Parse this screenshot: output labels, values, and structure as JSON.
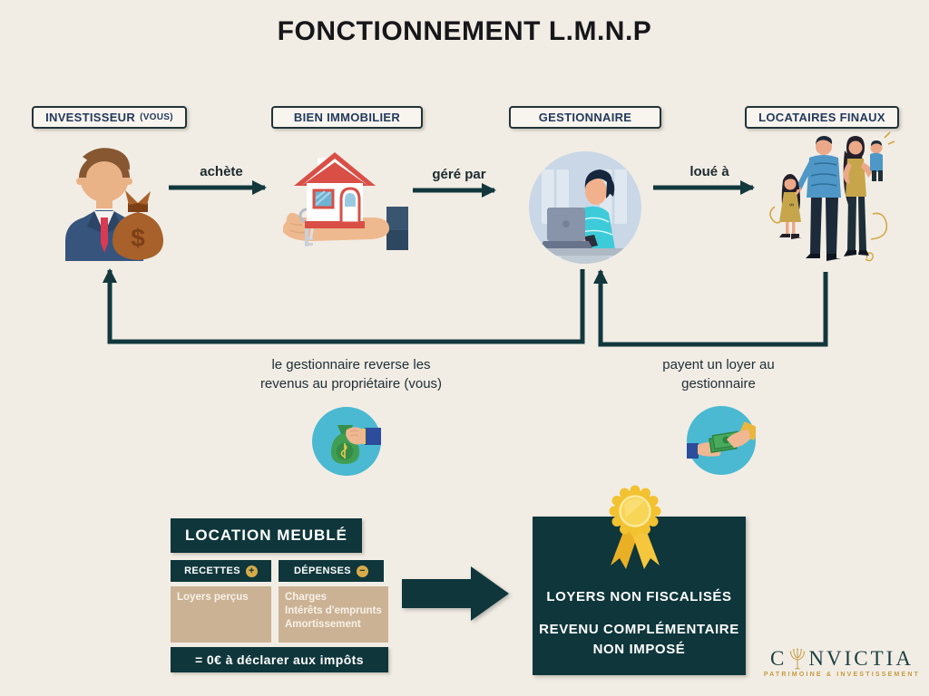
{
  "title": "FONCTIONNEMENT L.M.N.P",
  "entities": {
    "investor": {
      "label": "INVESTISSEUR",
      "sublabel": "(VOUS)"
    },
    "property": {
      "label": "BIEN IMMOBILIER"
    },
    "manager": {
      "label": "GESTIONNAIRE"
    },
    "tenants": {
      "label": "LOCATAIRES FINAUX"
    }
  },
  "arrows": {
    "buy": "achète",
    "managed_by": "géré par",
    "rented_to": "loué à"
  },
  "returns": {
    "left": {
      "line1": "le gestionnaire reverse les",
      "line2": "revenus au propriétaire (vous)"
    },
    "right": {
      "line1": "payent un loyer au",
      "line2": "gestionnaire"
    }
  },
  "table": {
    "title": "LOCATION MEUBLÉ",
    "recettes": {
      "header": "RECETTES",
      "sign": "+",
      "items": [
        "Loyers perçus"
      ]
    },
    "depenses": {
      "header": "DÉPENSES",
      "sign": "−",
      "items": [
        "Charges",
        "Intérêts d'emprunts",
        "Amortissement"
      ]
    },
    "footer": "= 0€ à déclarer aux impôts"
  },
  "result": {
    "line1": "LOYERS NON FISCALISÉS",
    "line2": "REVENU COMPLÉMENTAIRE",
    "line3": "NON IMPOSÉ"
  },
  "logo": {
    "prefix": "C",
    "suffix": "NVICTIA",
    "tagline": "Patrimoine & Investissement"
  },
  "colors": {
    "background": "#f1ede5",
    "dark_teal": "#0e363b",
    "navy_text": "#24395c",
    "beige_cell": "#cbb295",
    "teal_circle": "#4ab9d1",
    "gold": "#e9b632",
    "red_accent": "#d94f46"
  }
}
